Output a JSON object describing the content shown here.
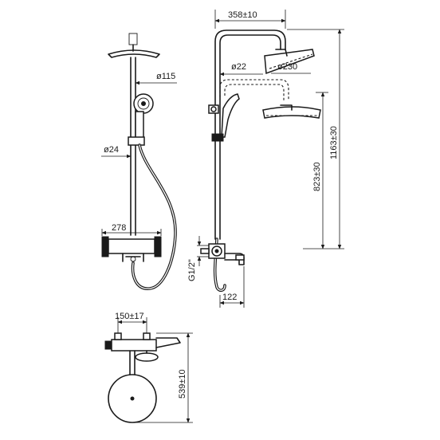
{
  "dimensions": {
    "top_reach": "358±10",
    "pipe_dia": "ø22",
    "head_dia": "ø230",
    "hand_shower_dia": "ø115",
    "rod_dia": "ø24",
    "valve_width": "278",
    "inlet_thread": "G1/2\"",
    "spout_length": "122",
    "mid_height": "823±30",
    "total_height": "1163±30",
    "centers": "150±17",
    "bottom_height": "539±10"
  },
  "colors": {
    "line": "#1a1a1a",
    "background": "#ffffff"
  }
}
